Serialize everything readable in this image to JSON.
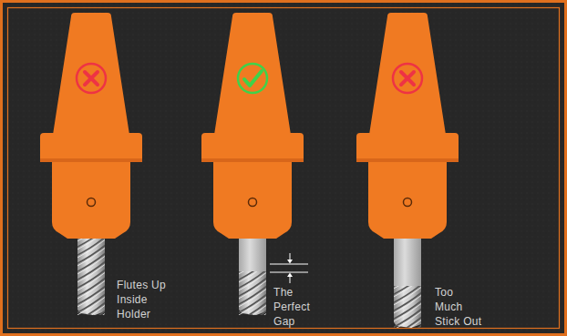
{
  "diagram": {
    "labels": [
      "Flutes Up Inside Holder",
      "The Perfect Gap",
      "Too Much Stick Out"
    ]
  }
}
